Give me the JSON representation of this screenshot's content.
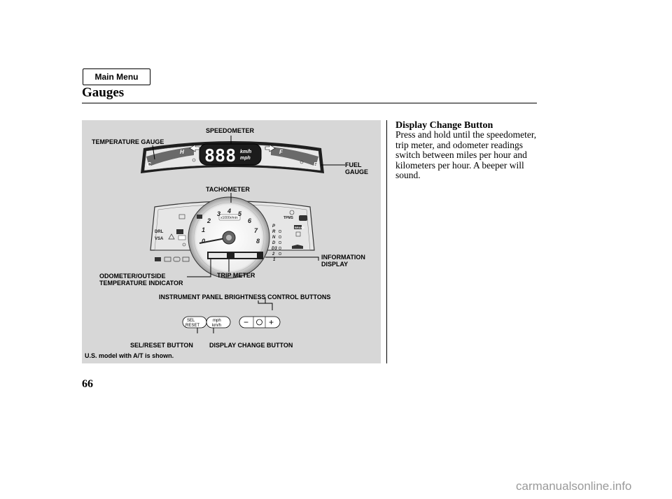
{
  "nav": {
    "main_menu_label": "Main Menu"
  },
  "header": {
    "section_title": "Gauges"
  },
  "figure": {
    "labels": {
      "speedometer": "SPEEDOMETER",
      "temperature_gauge": "TEMPERATURE GAUGE",
      "fuel_gauge": "FUEL\nGAUGE",
      "tachometer": "TACHOMETER",
      "information_display": "INFORMATION\nDISPLAY",
      "odometer": "ODOMETER/OUTSIDE\nTEMPERATURE INDICATOR",
      "trip_meter": "TRIP METER",
      "brightness_buttons": "INSTRUMENT PANEL BRIGHTNESS CONTROL BUTTONS",
      "sel_reset_button": "SEL/RESET BUTTON",
      "display_change_button": "DISPLAY CHANGE BUTTON"
    },
    "gauge_text": {
      "speed_digits": "888",
      "speed_units": "km/h\nmph",
      "temp_cold": "C",
      "temp_hot": "H",
      "fuel_full": "F",
      "fuel_empty": "E",
      "tach_numbers": [
        "0",
        "1",
        "2",
        "3",
        "4",
        "5",
        "6",
        "7",
        "8"
      ],
      "tach_scale": "x1000r/min",
      "gear_letters": [
        "P",
        "R",
        "N",
        "D",
        "D3",
        "2",
        "1"
      ],
      "tpms": "TPMS",
      "vsa": "VSA",
      "drl": "DRL",
      "brake": "BRAKE"
    },
    "buttons": {
      "sel_reset": "SEL\nRESET",
      "mph_kmh": "mph\nkm/h",
      "minus": "−",
      "plus": "+"
    },
    "caption": "U.S. model with A/T is shown."
  },
  "content": {
    "heading": "Display Change Button",
    "body": "Press and hold until the speedometer, trip meter, and odometer readings switch between miles per hour and kilometers per hour. A beeper will sound."
  },
  "footer": {
    "page_number": "66"
  },
  "watermark": "carmanualsonline.info",
  "colors": {
    "panel_bg": "#d7d7d7",
    "gauge_dark": "#1c1c1c",
    "gauge_light": "#f3f3f3",
    "watermark": "#9a9a9a"
  }
}
